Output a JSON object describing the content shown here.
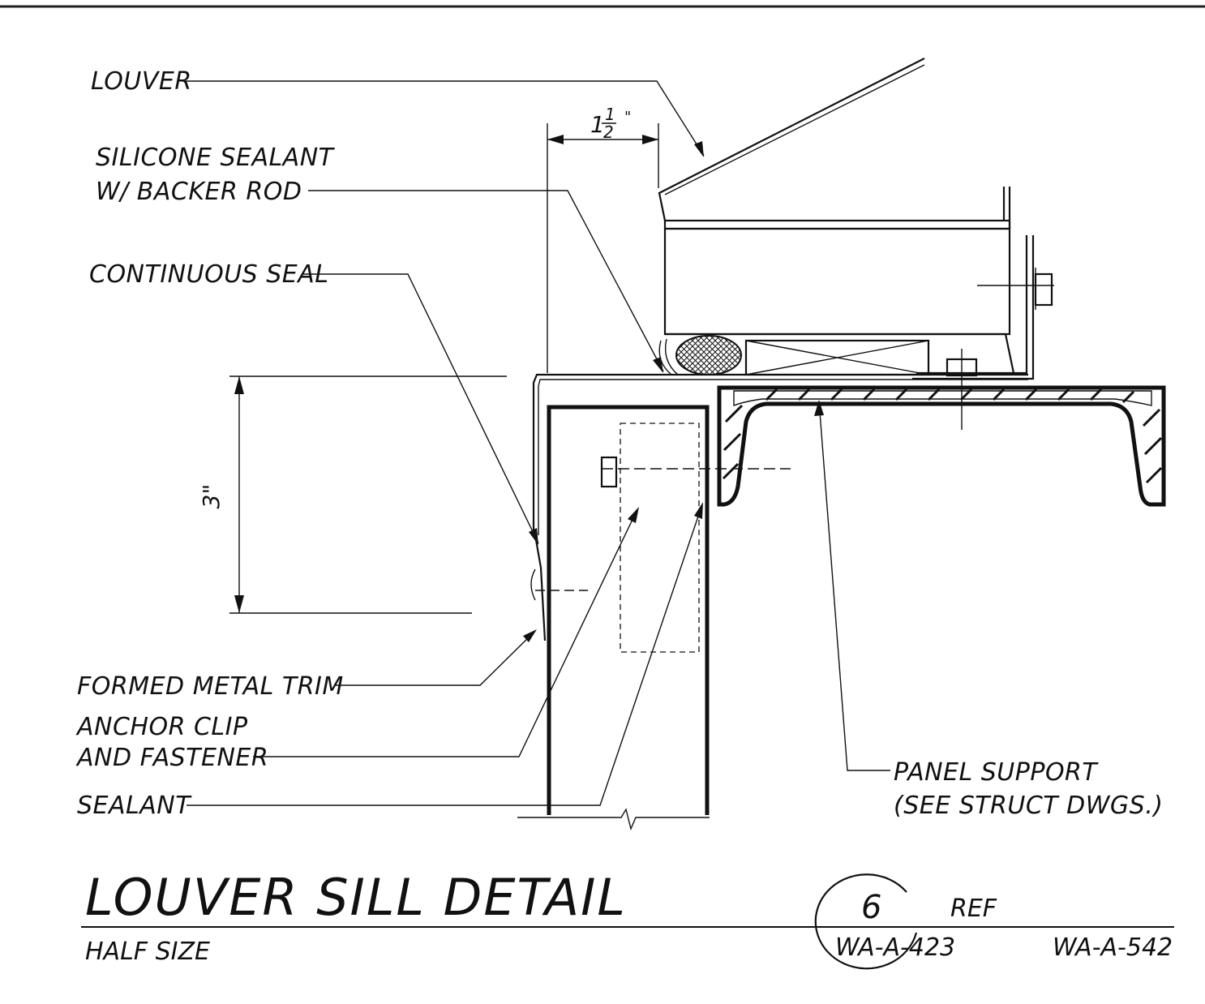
{
  "callouts": {
    "louver": "LOUVER",
    "sealant_backer_1": "SILICONE SEALANT",
    "sealant_backer_2": "W/ BACKER ROD",
    "continuous_seal": "CONTINUOUS SEAL",
    "formed_trim": "FORMED METAL TRIM",
    "anchor_1": "ANCHOR CLIP",
    "anchor_2": "AND FASTENER",
    "sealant": "SEALANT",
    "panel_support_1": "PANEL SUPPORT",
    "panel_support_2": "(SEE STRUCT DWGS.)"
  },
  "dimensions": {
    "horizontal_whole": "1",
    "horizontal_num": "1",
    "horizontal_den": "2",
    "horizontal_unit": "\"",
    "vertical": "3\""
  },
  "title_block": {
    "title": "LOUVER SILL DETAIL",
    "scale": "HALF SIZE",
    "detail_number": "6",
    "ref_label": "REF",
    "sheet": "WA-A-423",
    "ref_sheet": "WA-A-542"
  }
}
